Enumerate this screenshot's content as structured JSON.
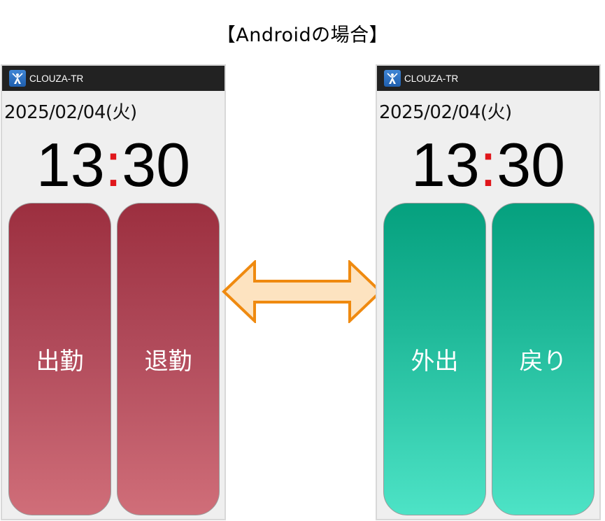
{
  "caption": "【Androidの場合】",
  "colors": {
    "arrow_stroke": "#ef8a10",
    "arrow_fill": "#fde3c0",
    "colon": "#e0161b",
    "appbar": "#222222",
    "red_top": "#9c2f3f",
    "red_bottom": "#d06e79",
    "green_top": "#05a07e",
    "green_bottom": "#4de3c6"
  },
  "screens": [
    {
      "id": "left",
      "app_title": "CLOUZA-TR",
      "app_icon": "clouza-person-icon",
      "date": "2025/02/04(火)",
      "time": {
        "hours": "13",
        "separator": ":",
        "minutes": "30"
      },
      "buttons": [
        {
          "label": "出勤",
          "color": "red"
        },
        {
          "label": "退勤",
          "color": "red"
        }
      ]
    },
    {
      "id": "right",
      "app_title": "CLOUZA-TR",
      "app_icon": "clouza-person-icon",
      "date": "2025/02/04(火)",
      "time": {
        "hours": "13",
        "separator": ":",
        "minutes": "30"
      },
      "buttons": [
        {
          "label": "外出",
          "color": "green"
        },
        {
          "label": "戻り",
          "color": "green"
        }
      ]
    }
  ],
  "connector": {
    "icon": "double-arrow-icon"
  }
}
